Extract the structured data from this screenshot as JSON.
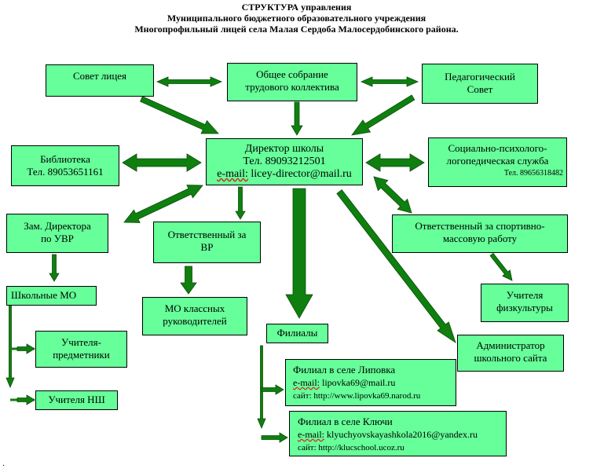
{
  "header": {
    "line1": "СТРУКТУРА управления",
    "line2": "Муниципального бюджетного образовательного учреждения",
    "line3": "Многопрофильный лицей села Малая Сердоба Малосердобинского района."
  },
  "boxes": {
    "sovet": {
      "line1": "Совет лицея"
    },
    "sobranie": {
      "line1": "Общее собрание",
      "line2": "трудового коллектива"
    },
    "ped": {
      "line1": "Педагогический",
      "line2": "Совет"
    },
    "library": {
      "line1": "Библиотека",
      "line2": "Тел. 89053651161"
    },
    "director": {
      "line1": "Директор школы",
      "line2": "Тел. 89093212501",
      "email_label": "e-mail:",
      "email": "licey-director@mail.ru"
    },
    "social": {
      "line1": "Социально-психолого-",
      "line2": "логопедическая служба",
      "phone": "Тел. 89656318482"
    },
    "zam": {
      "line1": "Зам. Директора",
      "line2": "по УВР"
    },
    "vr": {
      "line1": "Ответственный за",
      "line2": "ВР"
    },
    "sport": {
      "line1": "Ответственный за спортивно-",
      "line2": "массовую работу"
    },
    "mo": {
      "line1": "Школьные МО"
    },
    "mo_class": {
      "line1": "МО классных",
      "line2": "руководителей"
    },
    "phys": {
      "line1": "Учителя",
      "line2": "физкультуры"
    },
    "filialy": {
      "line1": "Филиалы"
    },
    "admin": {
      "line1": "Администратор",
      "line2": "школьного сайта"
    },
    "subj": {
      "line1": "Учителя-",
      "line2": "предметники"
    },
    "ns": {
      "line1": "Учителя НШ"
    },
    "lipovka": {
      "line1": "Филиал в селе Липовка",
      "email_label": "e-mail:",
      "email": "lipovka69@mail.ru",
      "site_label": "сайт:",
      "site": "http://www.lipovka69.narod.ru"
    },
    "klyuchi": {
      "line1": "Филиал в селе Ключи",
      "email_label": "e-mail:",
      "email": "klyuchyovskayashkola2016@yandex.ru",
      "site_label": "сайт:",
      "site": "http://klucschool.ucoz.ru"
    }
  },
  "colors": {
    "box_fill": "#66ff99",
    "arrow_fill": "#0f7f0f"
  },
  "footer_mark": "."
}
